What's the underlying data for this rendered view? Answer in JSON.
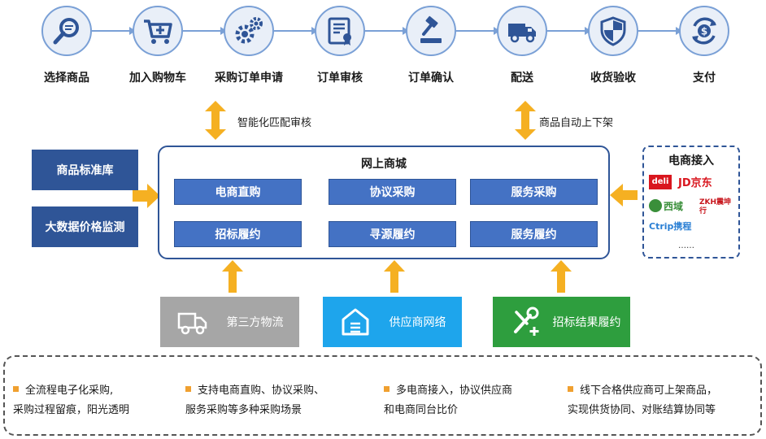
{
  "process_steps": [
    {
      "label": "选择商品",
      "icon": "magnifier-icon"
    },
    {
      "label": "加入购物车",
      "icon": "shopping-cart-icon"
    },
    {
      "label": "采购订单申请",
      "icon": "gears-icon"
    },
    {
      "label": "订单审核",
      "icon": "document-certificate-icon"
    },
    {
      "label": "订单确认",
      "icon": "gavel-icon"
    },
    {
      "label": "配送",
      "icon": "delivery-truck-icon"
    },
    {
      "label": "收货验收",
      "icon": "shield-icon"
    },
    {
      "label": "支付",
      "icon": "dollar-coin-refresh-icon"
    }
  ],
  "vertical_notes": {
    "left": "智能化匹配审核",
    "right": "商品自动上下架"
  },
  "left_boxes": [
    "商品标准库",
    "大数据价格监测"
  ],
  "platform": {
    "title": "网上商城",
    "modes_row1": [
      "电商直购",
      "协议采购",
      "服务采购"
    ],
    "modes_row2": [
      "招标履约",
      "寻源履约",
      "服务履约"
    ]
  },
  "ecommerce": {
    "title": "电商接入",
    "logos": [
      "deli",
      "JD京东",
      "西域",
      "ZKH震坤行",
      "Ctrip携程"
    ],
    "more": "……"
  },
  "sources": [
    {
      "label": "第三方物流",
      "color": "#a6a6a6",
      "icon": "truck-icon"
    },
    {
      "label": "供应商网络",
      "color": "#1ea5ec",
      "icon": "warehouse-icon"
    },
    {
      "label": "招标结果履约",
      "color": "#2e9e3e",
      "icon": "tools-icon"
    }
  ],
  "summary": [
    {
      "line1": "全流程电子化采购,",
      "line2": "采购过程留痕，阳光透明"
    },
    {
      "line1": "支持电商直购、协议采购、",
      "line2": "服务采购等多种采购场景"
    },
    {
      "line1": "多电商接入，协议供应商",
      "line2": "和电商同台比价"
    },
    {
      "line1": "线下合格供应商可上架商品，",
      "line2": "实现供货协同、对账结算协同等"
    }
  ],
  "colors": {
    "primary": "#2f5597",
    "mode_box": "#4472c4",
    "arrow": "#f5b022",
    "bullet": "#f0a030"
  }
}
